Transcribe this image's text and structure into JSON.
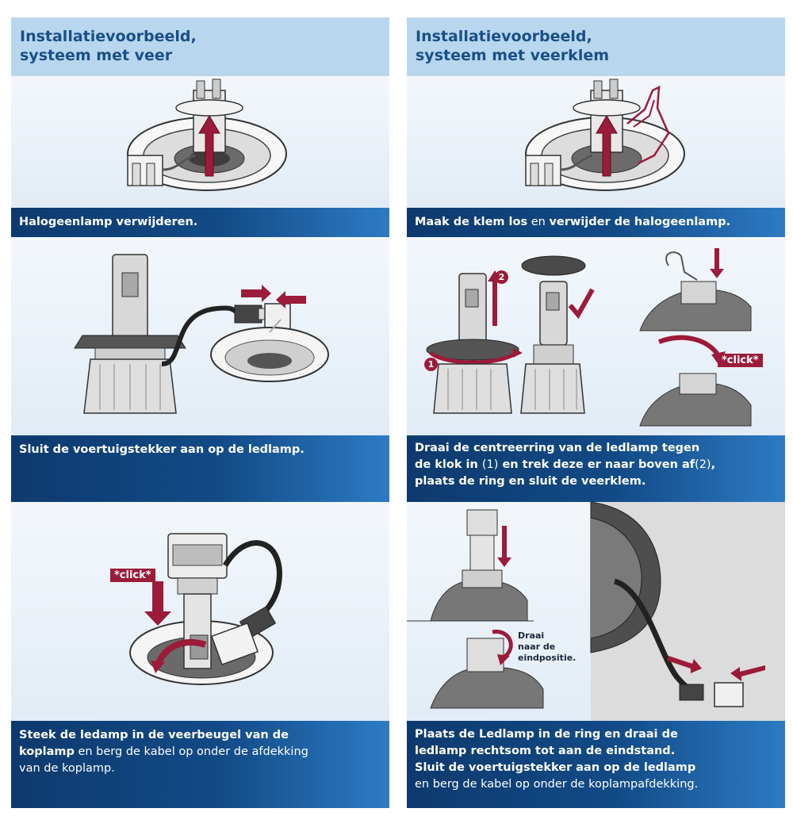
{
  "left": {
    "header": [
      "Installatievoorbeeld,",
      "systeem met veer"
    ],
    "step1": {
      "bold1": "Halogeenlamp verwijderen."
    },
    "step2": {
      "bold1": "Sluit de voertuigstekker aan op de ledlamp."
    },
    "step3": {
      "bold1": "Steek de ledamp in de veerbeugel van de",
      "bold2": "koplamp",
      "normal2": " en berg de kabel op onder de afdekking",
      "normal3": "van de koplamp.",
      "click_tag": "*click*"
    }
  },
  "right": {
    "header": [
      "Installatievoorbeeld,",
      "systeem met veerklem"
    ],
    "step1": {
      "bold1": "Maak de klem los",
      "normal1": " en ",
      "bold2": "verwijder de halogeenlamp."
    },
    "step2": {
      "line1": "Draai de centreerring van de ledlamp tegen",
      "line2a": "de klok in ",
      "line2b": "(1)",
      "line2c": " en trek deze er naar boven af",
      "line2d": "(2)",
      "line2e": ",",
      "line3": "plaats de ring en sluit de veerklem.",
      "num1": "1",
      "num2": "2",
      "click_tag": "*click*"
    },
    "step3": {
      "line1": "Plaats de Ledlamp in de ring en draai de",
      "line2": "ledlamp rechtsom tot aan de eindstand.",
      "line3": "Sluit de voertuigstekker aan op de ledlamp",
      "line4": "en berg de kabel op onder de koplampafdekking.",
      "note": [
        "Draai",
        "naar de",
        "eindpositie."
      ]
    }
  },
  "colors": {
    "header_bg": "#b9d6ef",
    "header_text": "#1a4f86",
    "band_dark": "#0d3a6e",
    "band_light": "#2d7bc4",
    "accent": "#9c1b3a"
  }
}
